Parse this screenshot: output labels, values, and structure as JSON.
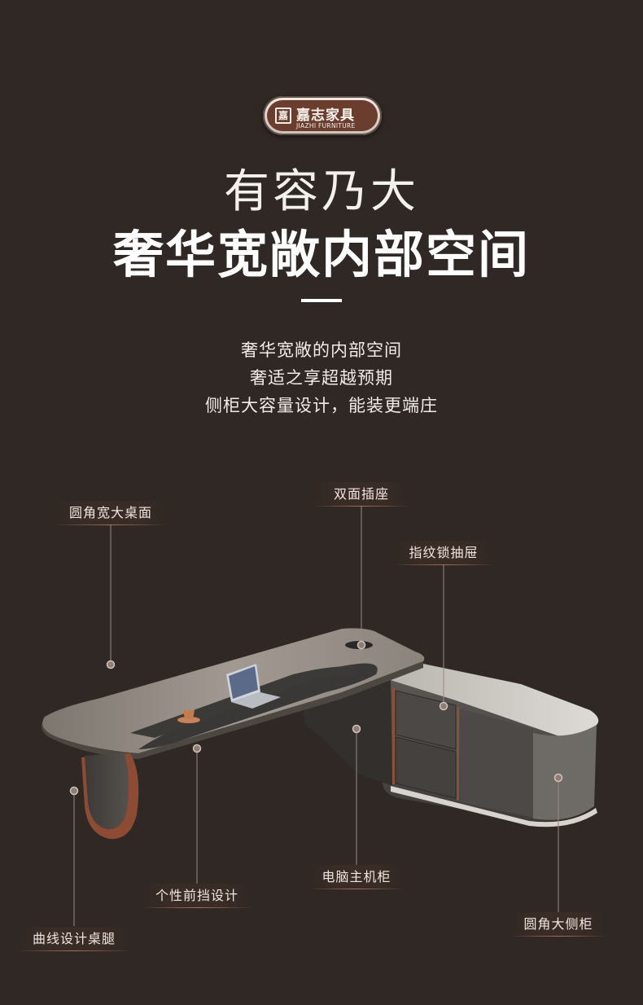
{
  "brand": {
    "mark": "嘉",
    "name_cn": "嘉志家具",
    "name_en": "JIAZHI FURNITURE"
  },
  "headline": {
    "line1": "有容乃大",
    "line2": "奢华宽敞内部空间"
  },
  "description": [
    "奢华宽敞的内部空间",
    "奢适之享超越预期",
    "侧柜大容量设计，能装更端庄"
  ],
  "callouts": {
    "rounded_desktop": "圆角宽大桌面",
    "dual_socket": "双面插座",
    "fingerprint_drawer": "指纹锁抽屉",
    "curved_leg": "曲线设计桌腿",
    "modesty_panel": "个性前挡设计",
    "pc_cabinet": "电脑主机柜",
    "side_cabinet": "圆角大侧柜"
  },
  "colors": {
    "background": "#2f2824",
    "accent": "#a86f5a",
    "wood": "#8e857d",
    "dark_top": "#3a3836",
    "cabinet": "#4e4b48"
  }
}
